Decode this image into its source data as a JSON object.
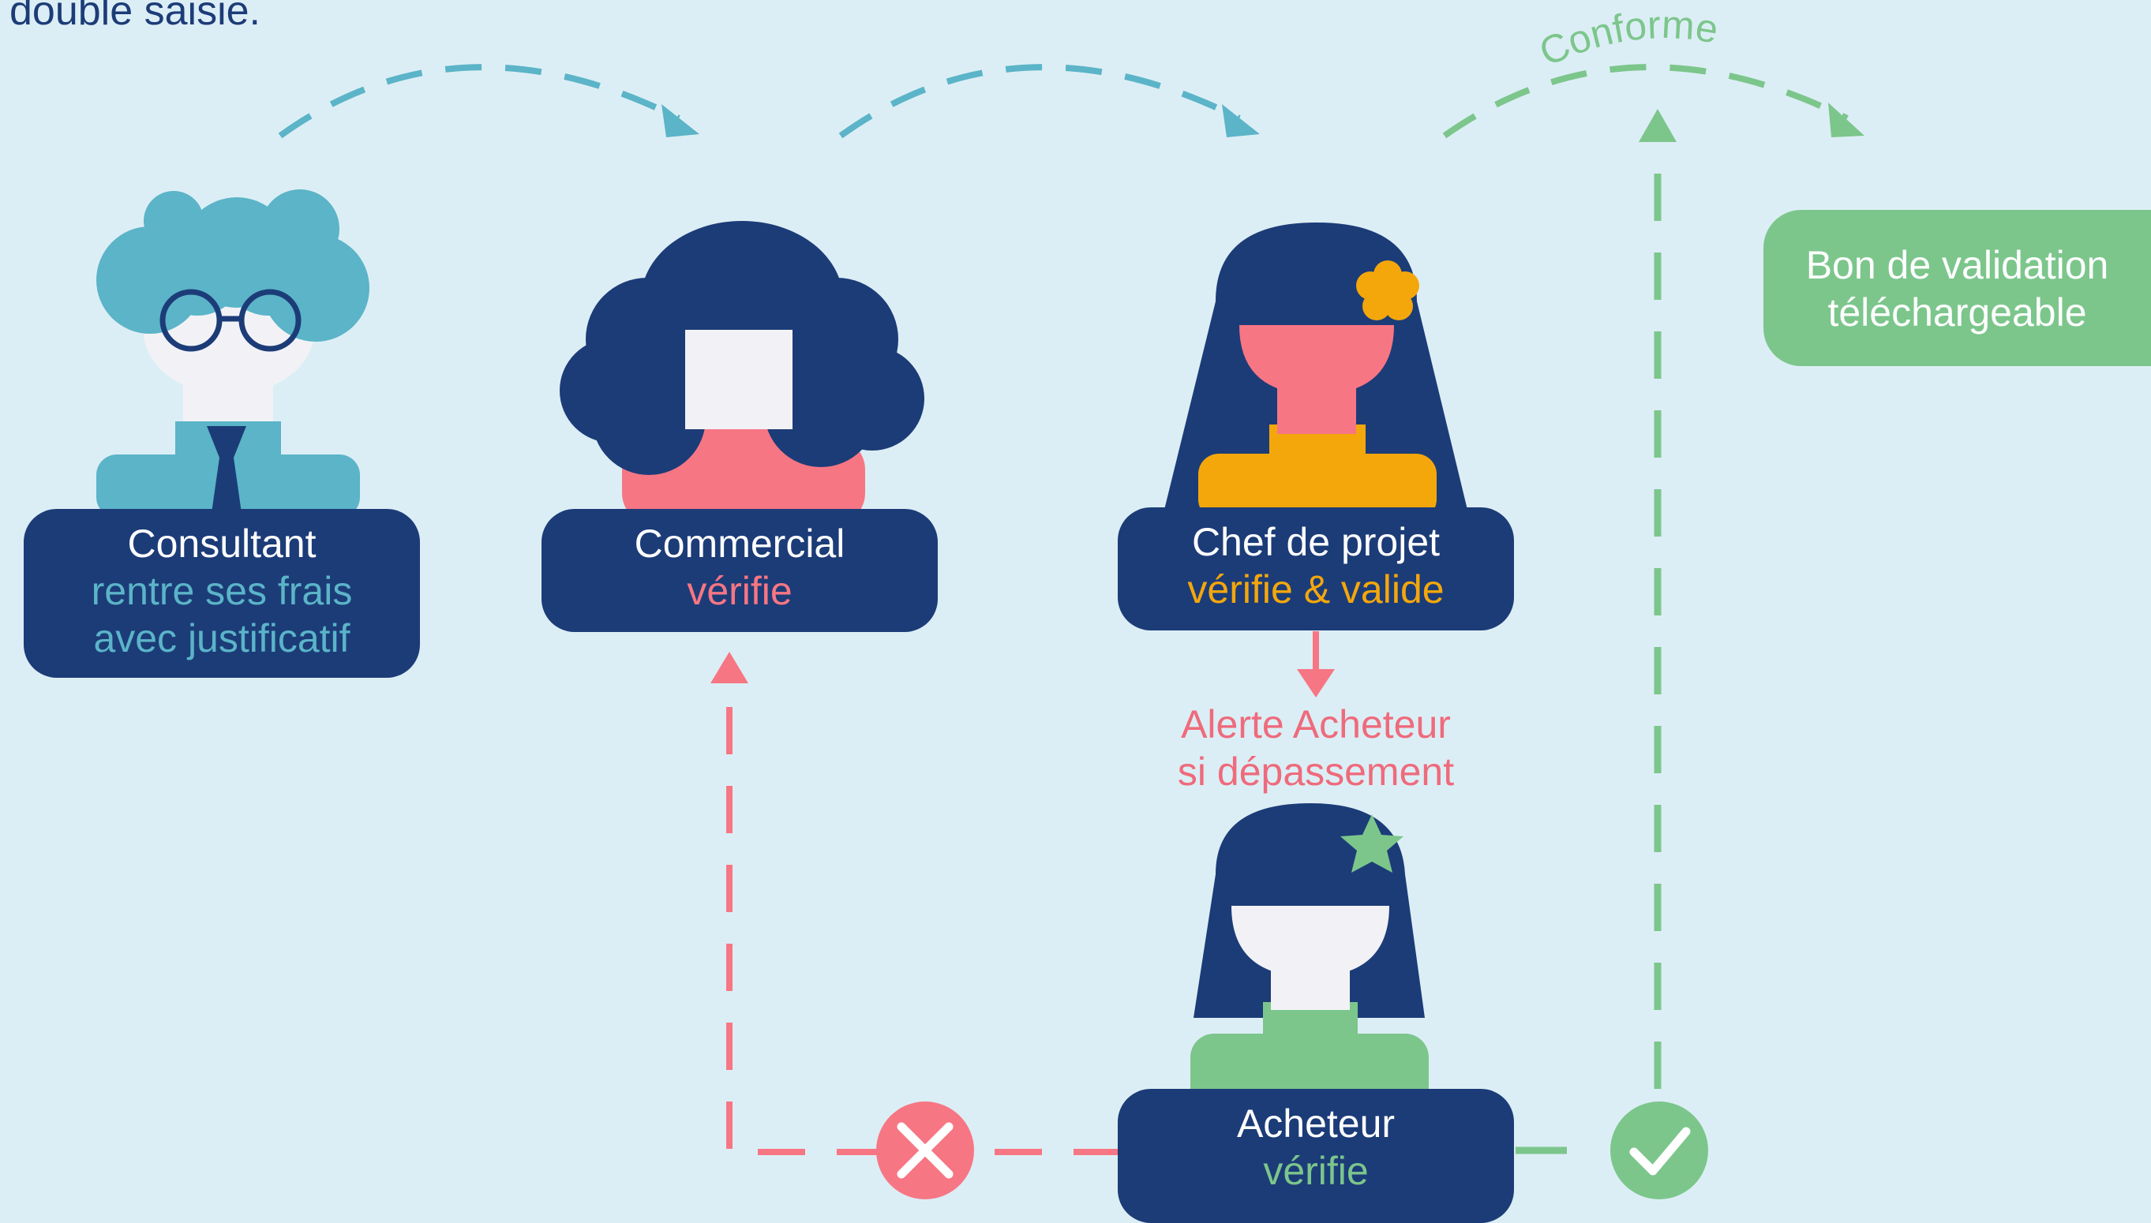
{
  "intro_text": "double saisie.",
  "colors": {
    "background": "#dceef5",
    "navy": "#1c3c78",
    "teal": "#5bb4c8",
    "pink": "#f77684",
    "orange": "#f4a70b",
    "green": "#7cc68c",
    "white_face": "#f2f2f6"
  },
  "actors": [
    {
      "role": "Consultant",
      "action_line1": "rentre ses frais",
      "action_line2": "avec justificatif",
      "action_color": "#5bb4c8"
    },
    {
      "role": "Commercial",
      "action_line1": "vérifie",
      "action_color": "#f77684"
    },
    {
      "role": "Chef de projet",
      "action_line1": "vérifie & valide",
      "action_color": "#f4a70b"
    },
    {
      "role": "Acheteur",
      "action_line1": "vérifie",
      "action_color": "#7cc68c"
    }
  ],
  "alert": {
    "line1": "Alerte Acheteur",
    "line2": "si dépassement"
  },
  "conforme_label": "Conforme",
  "output_box": {
    "line1": "Bon de validation",
    "line2": "téléchargeable"
  },
  "icons": {
    "reject": "close-icon",
    "approve": "check-icon"
  }
}
